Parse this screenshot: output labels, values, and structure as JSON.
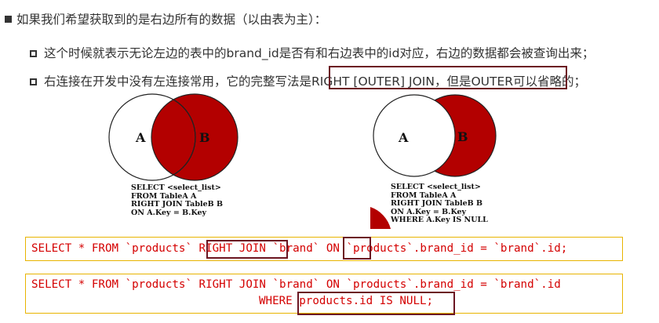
{
  "heading": "如果我们希望获取到的是右边所有的数据（以由表为主）：",
  "bullets": [
    "这个时候就表示无论左边的表中的brand_id是否有和右边表中的id对应，右边的数据都会被查询出来；",
    "右连接在开发中没有左连接常用，它的完整写法是RIGHT [OUTER] JOIN，但是OUTER可以省略的；"
  ],
  "diagram_left": {
    "label_a": "A",
    "label_b": "B",
    "sql": "SELECT <select_list>\nFROM TableA A\nRIGHT JOIN TableB B\nON A.Key = B.Key"
  },
  "diagram_right": {
    "label_a": "A",
    "label_b": "B",
    "sql": "SELECT <select_list>\nFROM TableA A\nRIGHT JOIN TableB B\nON A.Key = B.Key\nWHERE A.Key IS NULL"
  },
  "code1": "SELECT * FROM `products` RIGHT JOIN `brand` ON `products`.brand_id = `brand`.id;",
  "code2_line1": "SELECT * FROM `products` RIGHT JOIN `brand` ON `products`.brand_id = `brand`.id",
  "code2_line2": "WHERE products.id IS NULL;",
  "colors": {
    "venn_fill": "#b30000",
    "highlight_border": "#6b1522",
    "code_text": "#d40000",
    "code_border": "#e8b400"
  }
}
